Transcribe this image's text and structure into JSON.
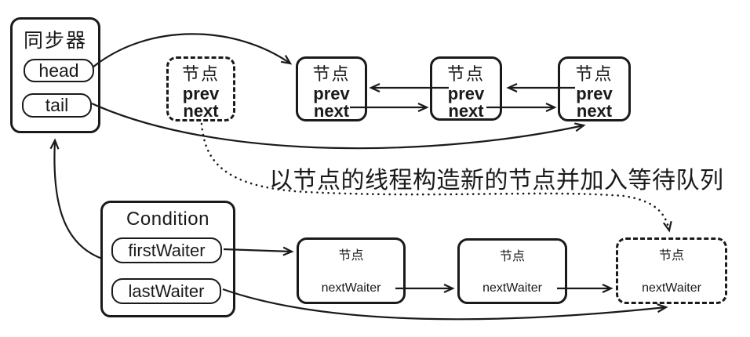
{
  "diagram": {
    "annotation": "以节点的线程构造新的节点并加入等待队列",
    "synchronizer": {
      "title": "同步器",
      "head_label": "head",
      "tail_label": "tail"
    },
    "condition": {
      "title": "Condition",
      "first_waiter_label": "firstWaiter",
      "last_waiter_label": "lastWaiter"
    },
    "sync_queue_nodes": [
      {
        "title": "节点",
        "prev_label": "prev",
        "next_label": "next",
        "style": "dashed"
      },
      {
        "title": "节点",
        "prev_label": "prev",
        "next_label": "next",
        "style": "solid"
      },
      {
        "title": "节点",
        "prev_label": "prev",
        "next_label": "next",
        "style": "solid"
      },
      {
        "title": "节点",
        "prev_label": "prev",
        "next_label": "next",
        "style": "solid"
      }
    ],
    "wait_queue_nodes": [
      {
        "title": "节点",
        "next_waiter_label": "nextWaiter",
        "style": "solid"
      },
      {
        "title": "节点",
        "next_waiter_label": "nextWaiter",
        "style": "solid"
      },
      {
        "title": "节点",
        "next_waiter_label": "nextWaiter",
        "style": "dashed"
      }
    ],
    "colors": {
      "ink": "#1a1a1a",
      "background": "#ffffff"
    }
  }
}
